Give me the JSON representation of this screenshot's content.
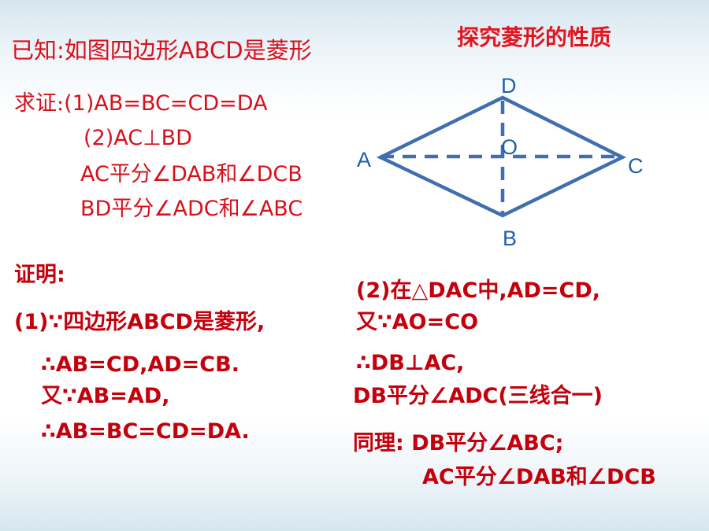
{
  "given": "已知:如图四边形ABCD是菱形",
  "topic": "探究菱形的性质",
  "prove": {
    "label": "求证:",
    "item1": "(1)AB=BC=CD=DA",
    "item2": "(2)AC⊥BD",
    "item3": "AC平分∠DAB和∠DCB",
    "item4": "BD平分∠ADC和∠ABC"
  },
  "diagram": {
    "color": "#3f6fae",
    "labels": {
      "a": "A",
      "b": "B",
      "c": "C",
      "d": "D",
      "o": "O"
    }
  },
  "proof": {
    "title": "证明:",
    "part1": {
      "line1": "(1)∵四边形ABCD是菱形,",
      "line2": "∴AB=CD,AD=CB.",
      "line3": "又∵AB=AD,",
      "line4": "∴AB=BC=CD=DA."
    },
    "part2": {
      "line1": "(2)在△DAC中,AD=CD,",
      "line2": "又∵AO=CO",
      "line3": "∴DB⊥AC,",
      "line4": "DB平分∠ADC(三线合一)",
      "line5": "同理: DB平分∠ABC;",
      "line6": "AC平分∠DAB和∠DCB"
    }
  }
}
